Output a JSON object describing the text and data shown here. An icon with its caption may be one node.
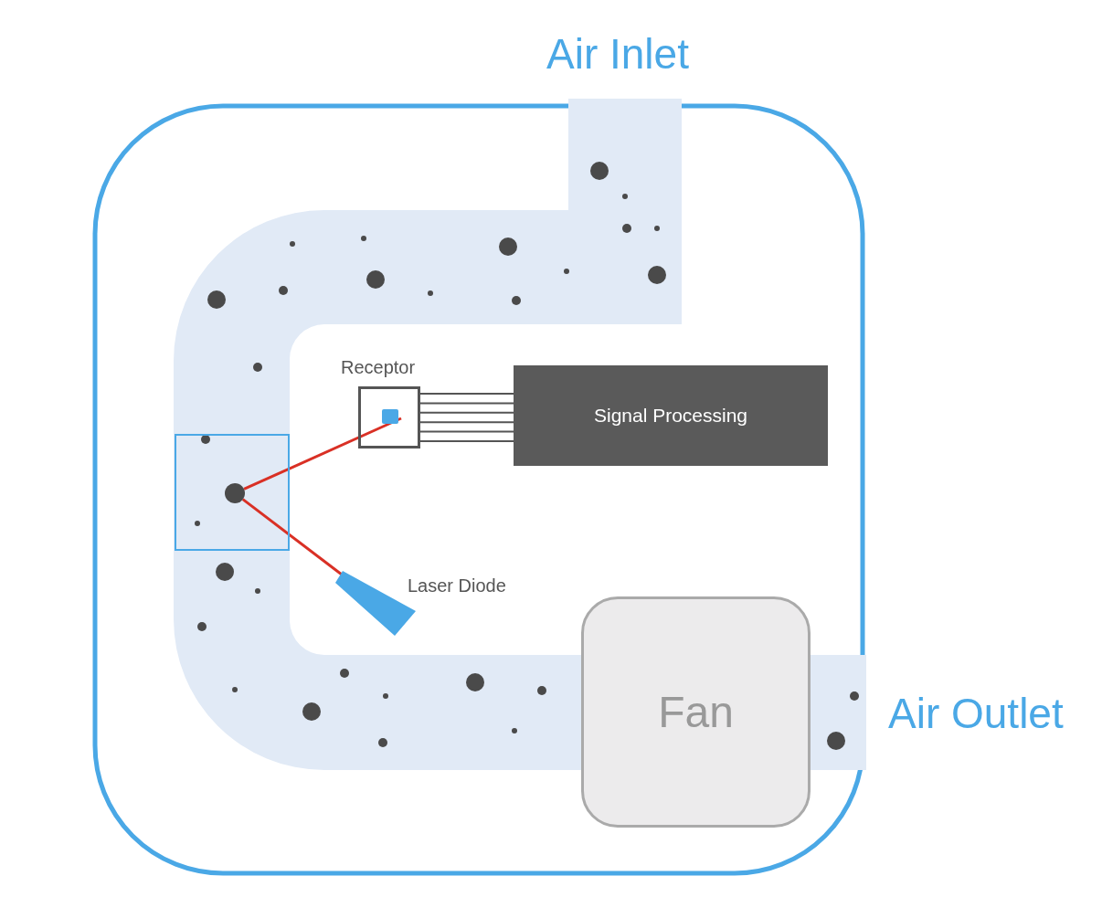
{
  "diagram": {
    "nodes": [
      {
        "text": [
          "Receptor"
        ]
      },
      {
        "text": [
          "Signal Processing"
        ]
      },
      {
        "text": [
          "Laser Diode"
        ]
      },
      {
        "text": [],
        "shape": "box"
      },
      {
        "text": [],
        "shape": "circle",
        "in": 3
      },
      {
        "text": [
          "Fan"
        ]
      }
    ],
    "edges": [
      {
        "from": 2,
        "to": 4,
        "arrow": "none",
        "color": "#d93025"
      },
      {
        "from": 4,
        "to": 0,
        "arrow": "none",
        "color": "#d93025"
      },
      {
        "from": 0,
        "to": 1,
        "arrow": "none",
        "color": "#555555"
      }
    ],
    "labels": [
      "Air Inlet",
      "Air Outlet"
    ]
  }
}
